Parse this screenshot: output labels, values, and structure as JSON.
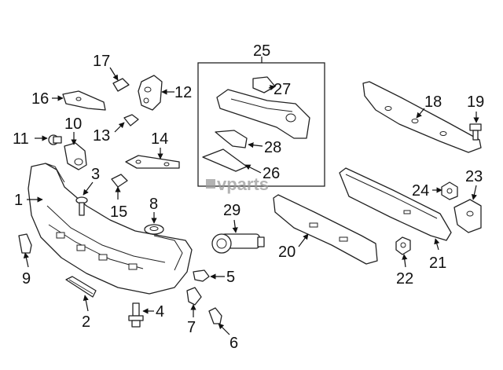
{
  "diagram": {
    "watermark": "vparts",
    "box_label": "25",
    "callouts": [
      {
        "id": "c1",
        "label": "1"
      },
      {
        "id": "c2",
        "label": "2"
      },
      {
        "id": "c3",
        "label": "3"
      },
      {
        "id": "c4",
        "label": "4"
      },
      {
        "id": "c5",
        "label": "5"
      },
      {
        "id": "c6",
        "label": "6"
      },
      {
        "id": "c7",
        "label": "7"
      },
      {
        "id": "c8",
        "label": "8"
      },
      {
        "id": "c9",
        "label": "9"
      },
      {
        "id": "c10",
        "label": "10"
      },
      {
        "id": "c11",
        "label": "11"
      },
      {
        "id": "c12",
        "label": "12"
      },
      {
        "id": "c13",
        "label": "13"
      },
      {
        "id": "c14",
        "label": "14"
      },
      {
        "id": "c15",
        "label": "15"
      },
      {
        "id": "c16",
        "label": "16"
      },
      {
        "id": "c17",
        "label": "17"
      },
      {
        "id": "c18",
        "label": "18"
      },
      {
        "id": "c19",
        "label": "19"
      },
      {
        "id": "c20",
        "label": "20"
      },
      {
        "id": "c21",
        "label": "21"
      },
      {
        "id": "c22",
        "label": "22"
      },
      {
        "id": "c23",
        "label": "23"
      },
      {
        "id": "c24",
        "label": "24"
      },
      {
        "id": "c26",
        "label": "26"
      },
      {
        "id": "c27",
        "label": "27"
      },
      {
        "id": "c28",
        "label": "28"
      },
      {
        "id": "c29",
        "label": "29"
      }
    ]
  }
}
